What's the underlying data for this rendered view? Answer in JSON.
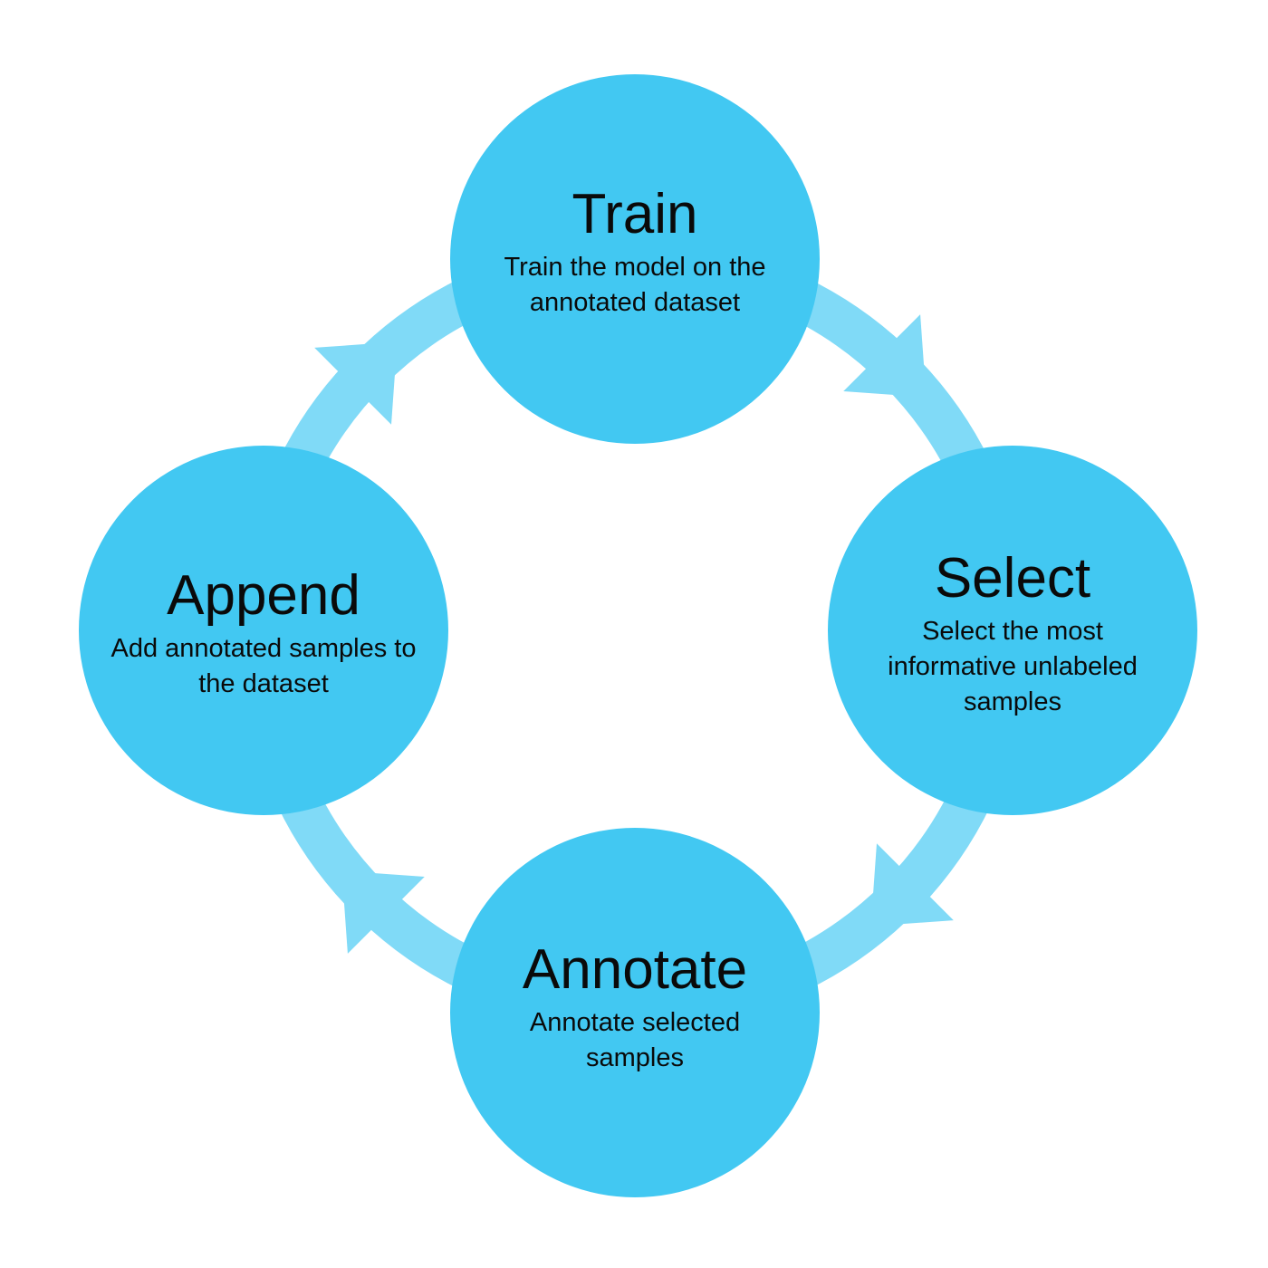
{
  "colors": {
    "node_fill": "#42c8f2",
    "ring_fill": "#80daf7",
    "text": "#0a0a0a",
    "background": "#ffffff"
  },
  "nodes": {
    "train": {
      "title": "Train",
      "desc": "Train the model on the annotated dataset"
    },
    "select": {
      "title": "Select",
      "desc": "Select the most informative unlabeled samples"
    },
    "annotate": {
      "title": "Annotate",
      "desc": "Annotate selected samples"
    },
    "append": {
      "title": "Append",
      "desc": "Add annotated samples to the dataset"
    }
  },
  "cycle_order": [
    "train",
    "select",
    "annotate",
    "append"
  ],
  "direction": "clockwise"
}
